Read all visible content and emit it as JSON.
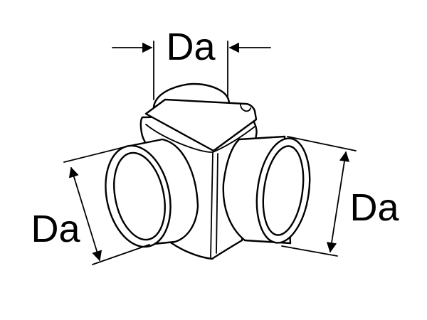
{
  "labels": {
    "top": "Da",
    "left": "Da",
    "right": "Da"
  },
  "colors": {
    "line": "#000000",
    "background": "#ffffff"
  }
}
